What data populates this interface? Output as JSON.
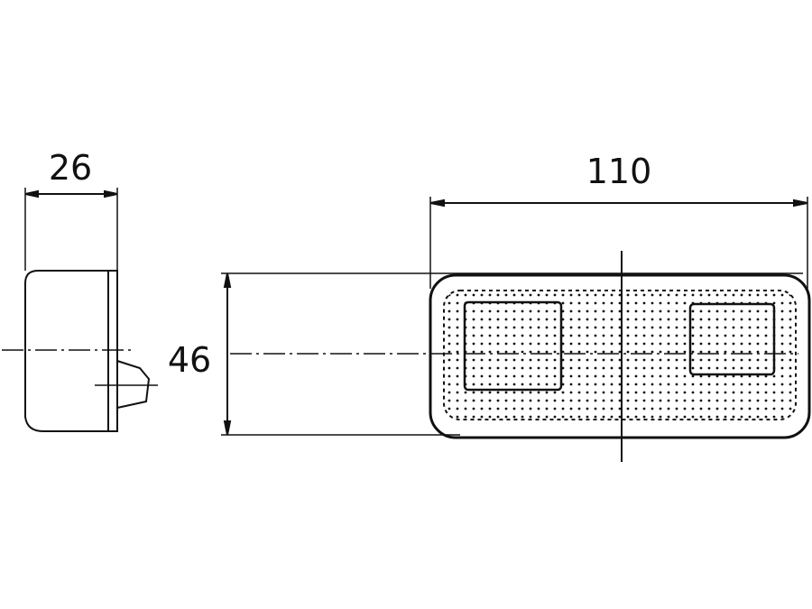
{
  "drawing": {
    "dimensions": {
      "depth": "26",
      "length": "110",
      "height": "46"
    },
    "colors": {
      "line": "#111111",
      "background": "#ffffff"
    }
  }
}
